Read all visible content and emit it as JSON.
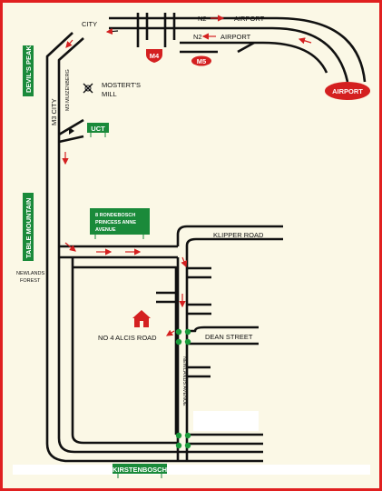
{
  "colors": {
    "border": "#e02020",
    "background": "#fbf8e6",
    "road": "#111111",
    "sign_green": "#1a8a3a",
    "route_red": "#d42020",
    "traffic_light": "#1a9a3a",
    "house": "#d42020"
  },
  "labels": {
    "city": "CITY",
    "n2_airport_top_prefix": "N2",
    "n2_airport_top_suffix": "AIRPORT",
    "n2_airport_bottom_prefix": "N2",
    "n2_airport_bottom_suffix": "AIRPORT",
    "m4_shield": "M4",
    "m5_shield": "M5",
    "airport_shield": "AIRPORT",
    "devils_peak": "DEVIL'S PEAK",
    "table_mountain": "TABLE MOUNTAIN",
    "newlands_forest_line1": "NEWLANDS",
    "newlands_forest_line2": "FOREST",
    "m3_city": "M3 CITY",
    "m3_muizenberg": "M3 MUIZENBERG",
    "mosterts_mill_line1": "MOSTERT'S",
    "mosterts_mill_line2": "MILL",
    "uct_sign": "UCT",
    "rondebosch_line1": "8 RONDEBOSCH",
    "rondebosch_line2": "PRINCESS ANNE",
    "rondebosch_line3": "AVENUE",
    "klipper_road": "KLIPPER ROAD",
    "no4_alcis_road": "NO 4 ALCIS ROAD",
    "dean_street": "DEAN STREET",
    "newlands_avenue": "NEWLANDS AVENUE",
    "kirstenbosch_sign": "KIRSTENBOSCH"
  },
  "icons": {
    "house": "house-icon",
    "windmill": "windmill-icon",
    "traffic_light": "traffic-light-icon",
    "direction_arrow": "arrow-icon"
  }
}
